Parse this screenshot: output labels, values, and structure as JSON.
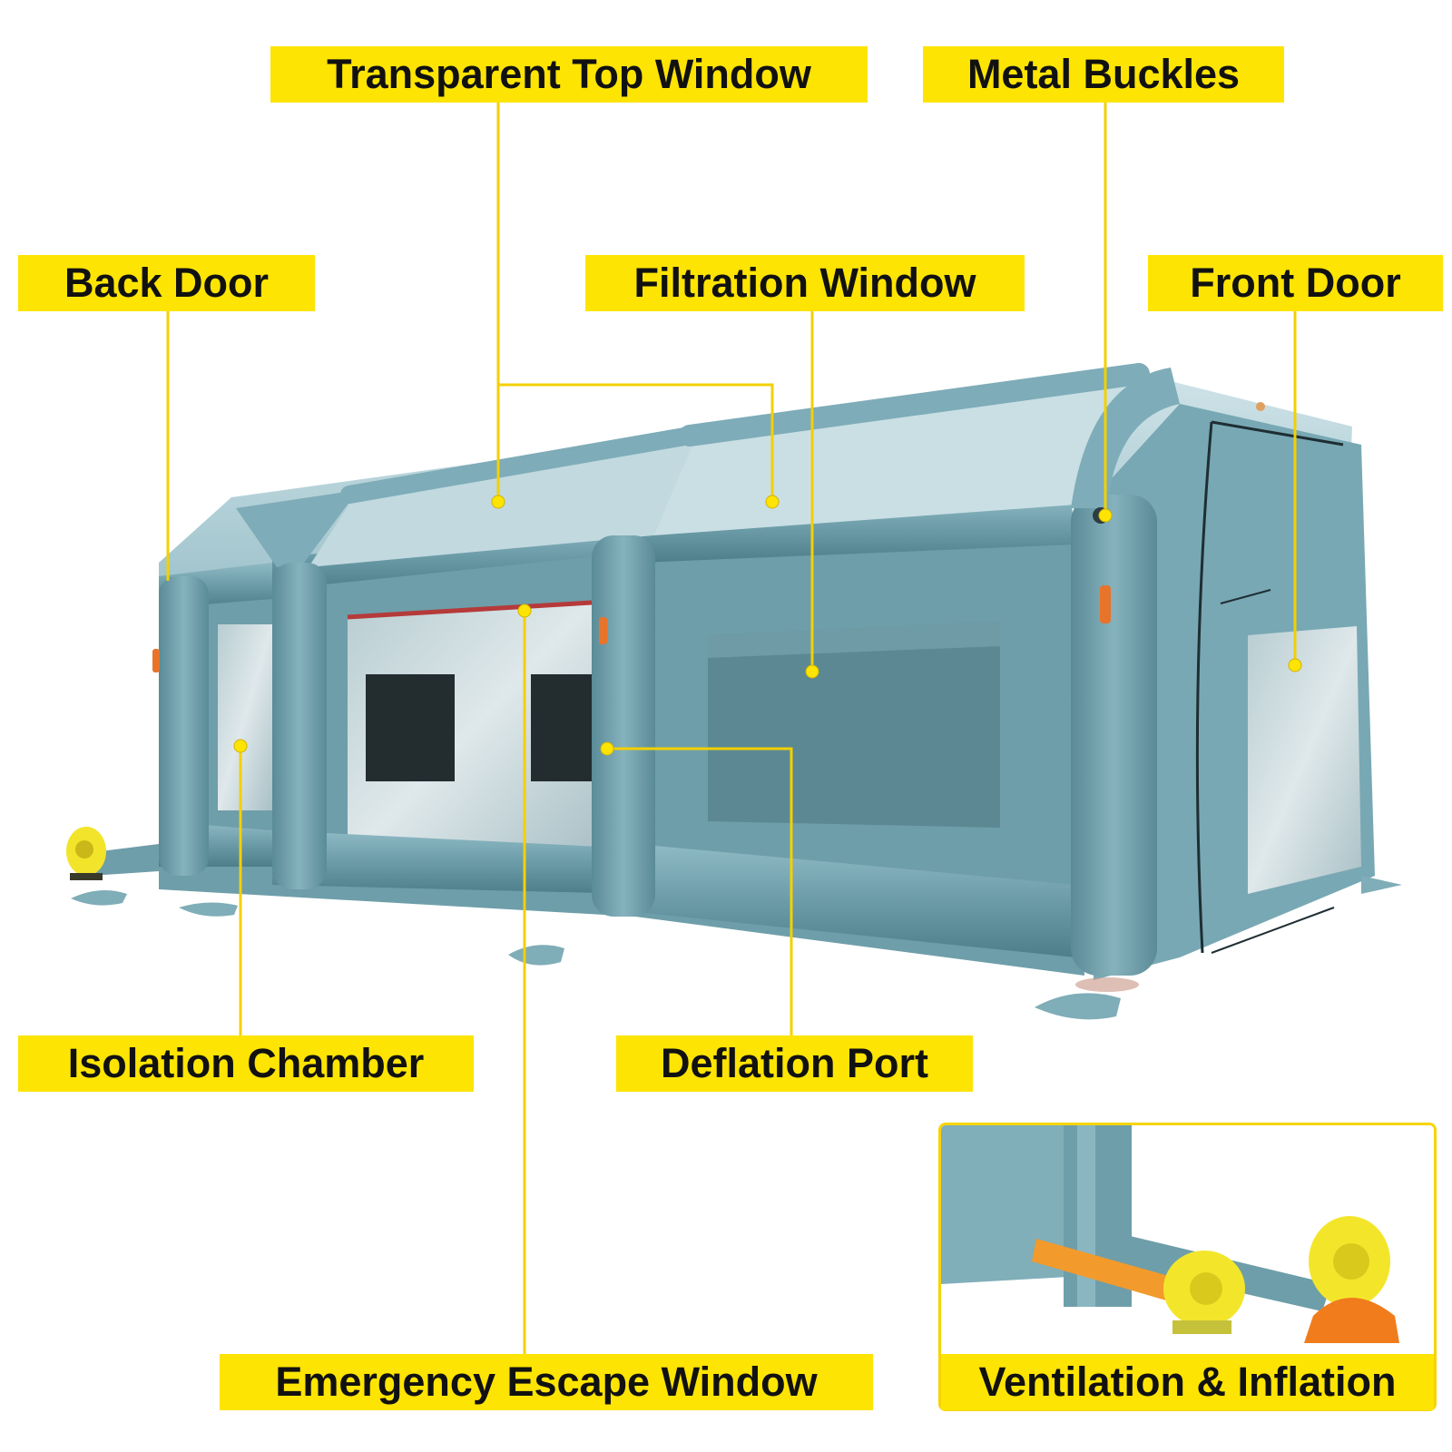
{
  "colors": {
    "label_bg": "#fde402",
    "leader_line": "#f3d000",
    "booth_main": "#6a9aa6",
    "booth_light": "#8ab6c2",
    "booth_dark": "#4f7f8b",
    "blower": "#f5e628",
    "blower_base": "#f07c1c"
  },
  "labels": {
    "transparent_top_window": "Transparent Top Window",
    "metal_buckles": "Metal Buckles",
    "back_door": "Back Door",
    "filtration_window": "Filtration Window",
    "front_door": "Front Door",
    "isolation_chamber": "Isolation Chamber",
    "deflation_port": "Deflation Port",
    "emergency_escape_window": "Emergency Escape Window",
    "ventilation_inflation": "Ventilation & Inflation"
  },
  "icons": {
    "blower": "blower-icon",
    "sandbag": "sandbag-icon"
  }
}
